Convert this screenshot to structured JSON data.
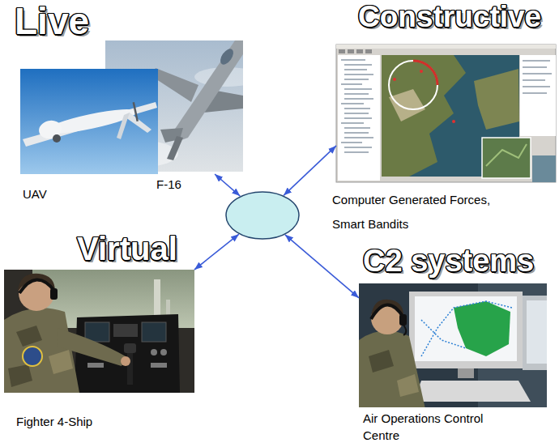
{
  "diagram": {
    "nodes": [
      {
        "text": [
          "Live",
          "UAV",
          "F-16"
        ]
      },
      {
        "text": [
          "Constructive",
          "Computer Generated Forces, Smart Bandits"
        ]
      },
      {
        "text": []
      },
      {
        "text": [
          "Virtual",
          "Fighter 4-Ship"
        ]
      },
      {
        "text": [
          "C2 systems",
          "Air Operations Control Centre"
        ]
      }
    ],
    "edges": [
      {
        "from": 2,
        "to": 0,
        "arrow": "both"
      },
      {
        "from": 2,
        "to": 1,
        "arrow": "both"
      },
      {
        "from": 2,
        "to": 3,
        "arrow": "both"
      },
      {
        "from": 2,
        "to": 4,
        "arrow": "both"
      }
    ]
  }
}
